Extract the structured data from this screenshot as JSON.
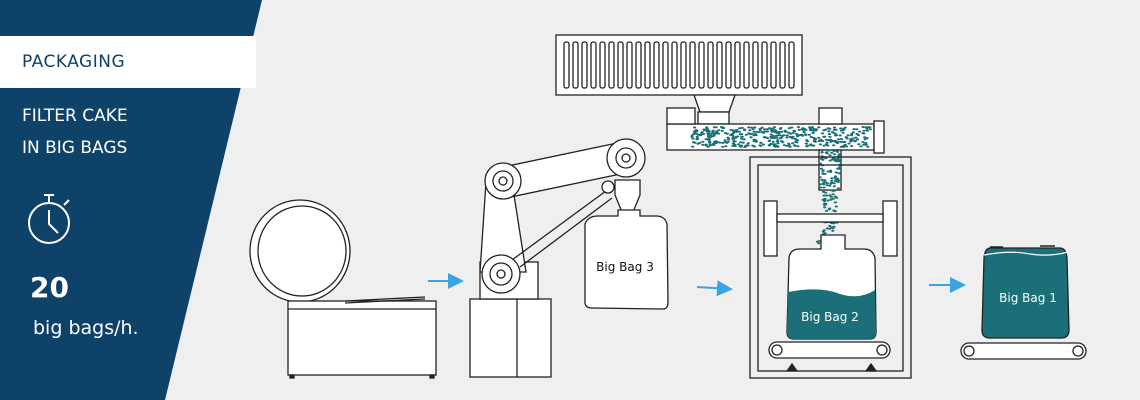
{
  "panel": {
    "category": "PACKAGING",
    "title_line1": "FILTER CAKE",
    "title_line2": "IN BIG BAGS",
    "rate_value": "20",
    "rate_unit": "big bags/h."
  },
  "bags": {
    "bag3": "Big Bag 3",
    "bag2": "Big Bag 2",
    "bag1": "Big Bag 1"
  },
  "icons": {
    "timer": "stopwatch-icon",
    "flow": "arrow-right-icon"
  },
  "colors": {
    "panel_blue": "#0e4268",
    "fill_teal": "#1b6f78",
    "arrow_blue": "#3aa3e3",
    "background": "#efefef"
  }
}
